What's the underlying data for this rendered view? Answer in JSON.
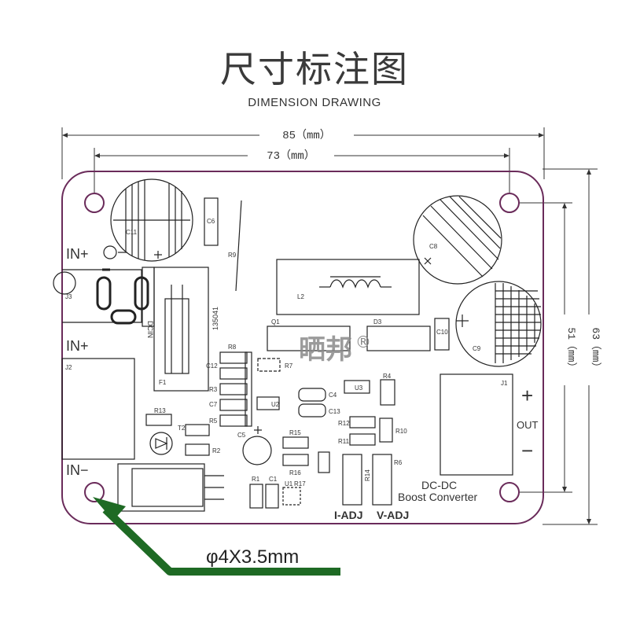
{
  "title": "尺寸标注图",
  "subtitle": "DIMENSION DRAWING",
  "dimensions": {
    "overall_width": "85（mm）",
    "hole_width": "73（mm）",
    "hole_height": "51（mm）",
    "overall_height": "63（mm）",
    "hole_callout": "φ4X3.5mm"
  },
  "watermark": {
    "text": "晒邦",
    "reg": "®"
  },
  "terminals": {
    "in_plus_barrel": "IN+",
    "in_plus": "IN+",
    "in_minus": "IN−",
    "out_plus": "+",
    "out_label": "OUT",
    "out_minus": "−"
  },
  "board_text": {
    "line1": "DC-DC",
    "line2": "Boost Converter",
    "adj": "I-ADJ",
    "vadj": "V-ADJ",
    "part_number": "135041",
    "dcin": "DCIN"
  },
  "components": {
    "C11": "C11",
    "C6": "C6",
    "R9": "R9",
    "C8": "C8",
    "L2": "L2",
    "Q1": "Q1",
    "D3": "D3",
    "C10": "C10",
    "C9": "C9",
    "J3": "J3",
    "F1": "F1",
    "R8": "R8",
    "C12": "C12",
    "R3": "R3",
    "C7": "C7",
    "R5": "R5",
    "R7": "R7",
    "U2": "U2",
    "C4": "C4",
    "C13": "C13",
    "U3": "U3",
    "R4": "R4",
    "J1": "J1",
    "J2": "J2",
    "R13": "R13",
    "T2": "T2",
    "R2": "R2",
    "C5": "C5",
    "R15": "R15",
    "R16": "R16",
    "R12": "R12",
    "R11": "R11",
    "R10": "R10",
    "R14": "R14",
    "R6": "R6",
    "R1": "R1",
    "C1": "C1",
    "U1": "U1",
    "R17": "R17"
  },
  "colors": {
    "board_outline": "#6a2b5a",
    "arrow": "#1e6a24",
    "dim_line": "#333333",
    "watermark": "#888888"
  }
}
